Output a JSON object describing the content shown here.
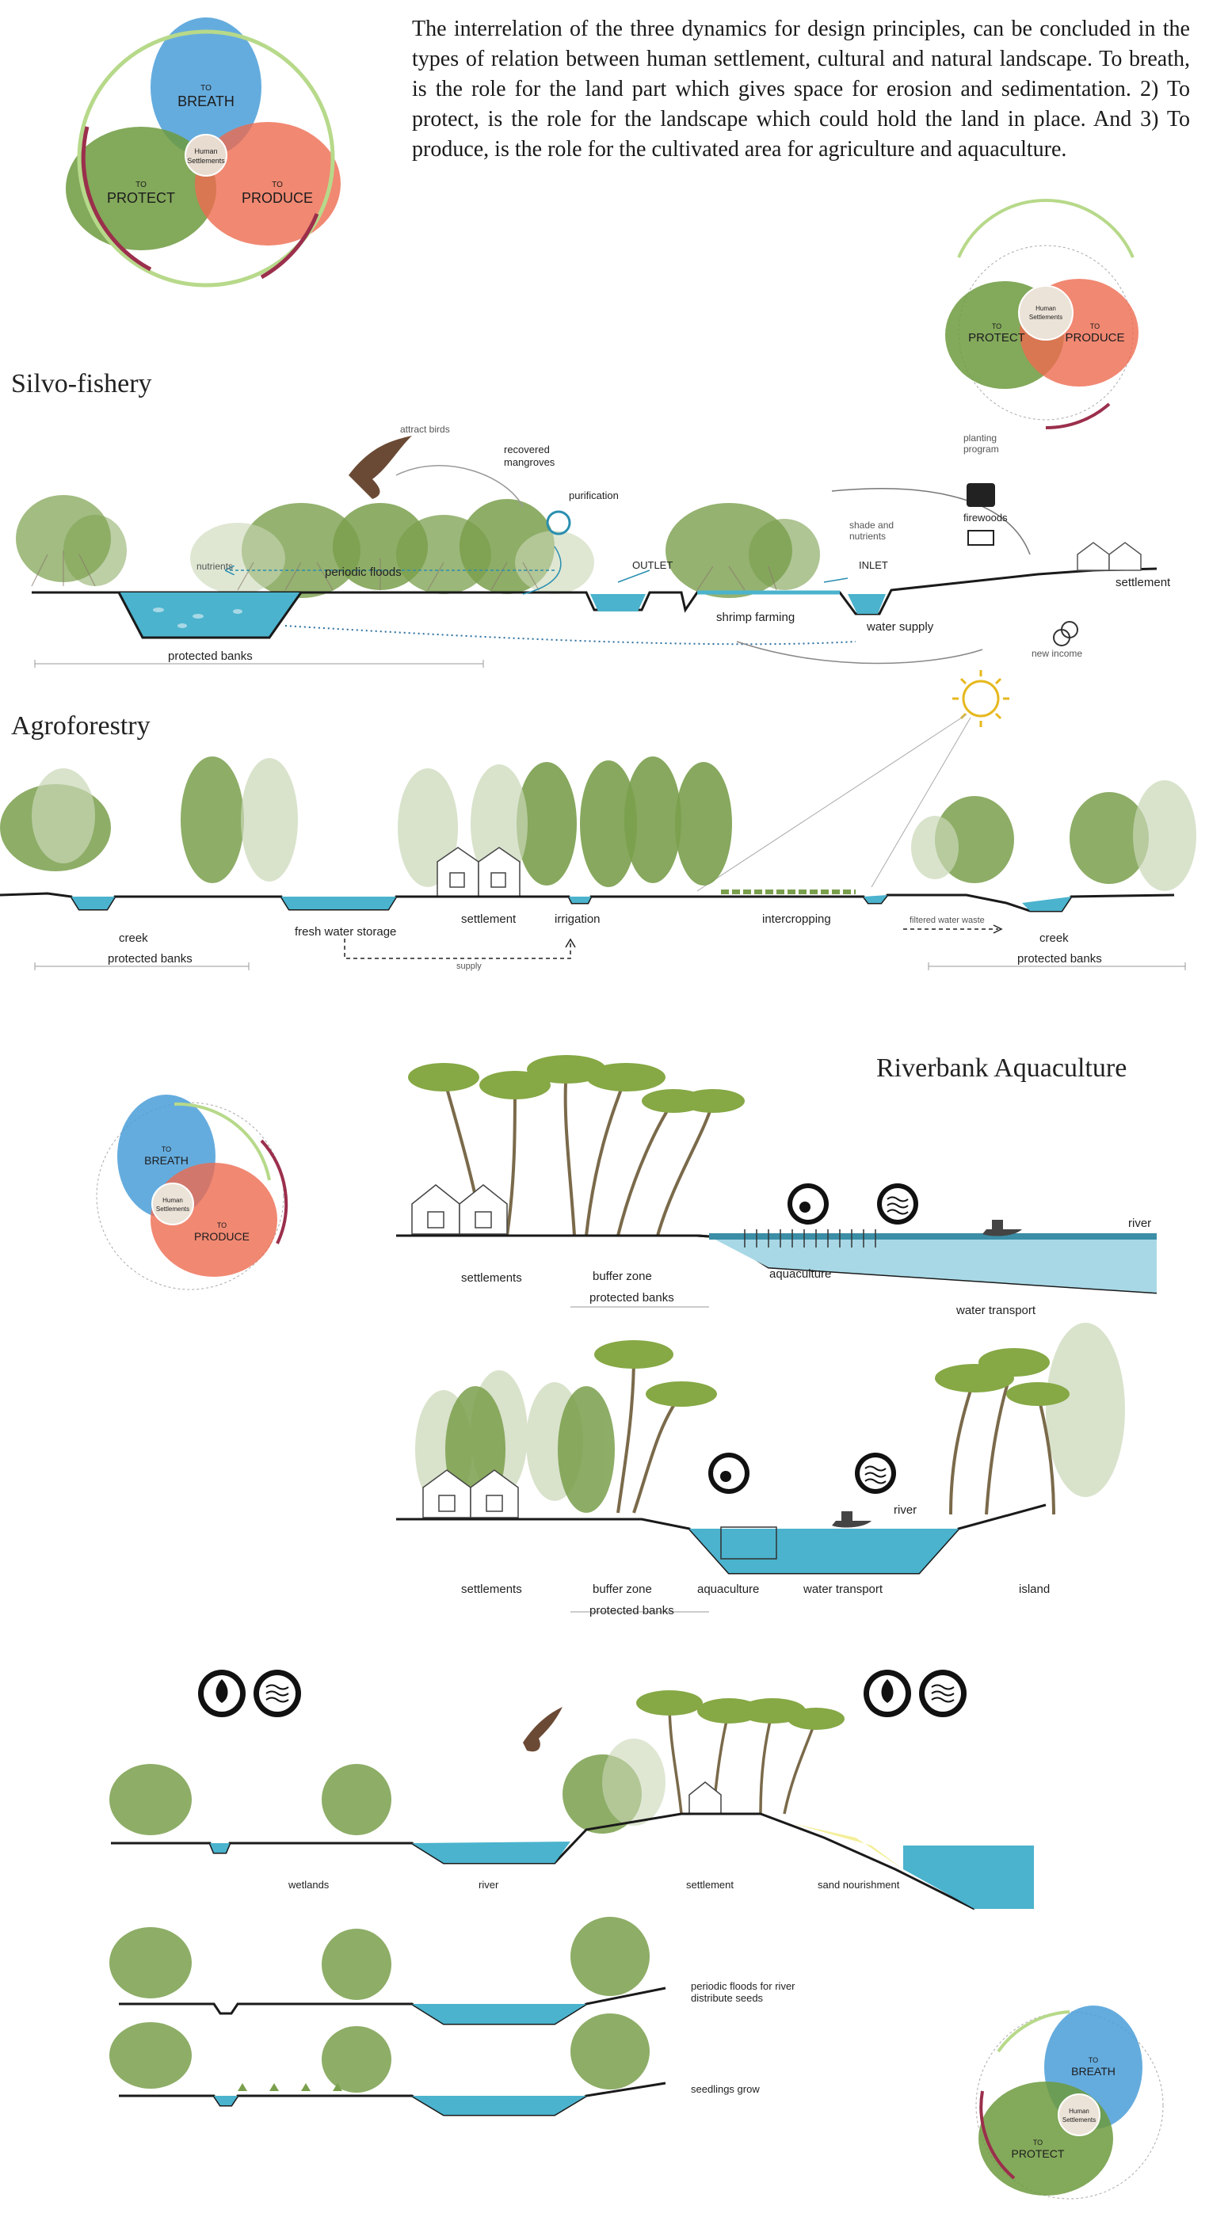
{
  "intro": {
    "text": "The interrelation of the three dynamics for design principles, can be concluded in the types of relation between human settlement, cultural and natural landscape. To breath, is the role for the land part which gives space for erosion and sedimentation. 2) To protect, is the role for the landscape which could hold the land in place. And 3) To produce, is the role for the cultivated area for agriculture and aquaculture."
  },
  "venn": {
    "to": "TO",
    "breath": "BREATH",
    "protect": "PROTECT",
    "produce": "PRODUCE",
    "human": "Human",
    "settlements": "Settlements",
    "colors": {
      "breath": "#4a9ed8",
      "protect": "#6d9a3e",
      "produce": "#ee6a4f",
      "ring_green": "#b7d98a",
      "ring_red": "#9b2f4c"
    }
  },
  "silvo": {
    "title": "Silvo-fishery",
    "attract_birds": "attract birds",
    "recovered_mangroves_1": "recovered",
    "recovered_mangroves_2": "mangroves",
    "purification": "purification",
    "nutrients": "nutrients",
    "periodic_floods": "periodic floods",
    "outlet": "OUTLET",
    "inlet": "INLET",
    "shade_1": "shade and",
    "shade_2": "nutrients",
    "planting_1": "planting",
    "planting_2": "program",
    "firewoods": "firewoods",
    "settlement": "settlement",
    "shrimp_farming": "shrimp farming",
    "water_supply": "water supply",
    "new_income": "new income",
    "protected_banks": "protected banks"
  },
  "agro": {
    "title": "Agroforestry",
    "creek_left": "creek",
    "fresh_water_storage": "fresh water storage",
    "settlement": "settlement",
    "irrigation": "irrigation",
    "intercropping": "intercropping",
    "filtered_water_waste": "filtered water waste",
    "creek_right": "creek",
    "protected_banks_left": "protected banks",
    "protected_banks_right": "protected banks",
    "supply": "supply"
  },
  "river1": {
    "title": "Riverbank Aquaculture",
    "settlements": "settlements",
    "buffer_zone": "buffer zone",
    "protected_banks": "protected banks",
    "aquaculture": "aquaculture",
    "water_transport": "water transport",
    "river": "river"
  },
  "river2": {
    "settlements": "settlements",
    "buffer_zone": "buffer zone",
    "protected_banks": "protected banks",
    "aquaculture": "aquaculture",
    "water_transport": "water transport",
    "river": "river",
    "island": "island"
  },
  "coast": {
    "wetlands": "wetlands",
    "river": "river",
    "settlement": "settlement",
    "sand_nourishment": "sand nourishment",
    "periodic_floods_1": "periodic floods for river",
    "periodic_floods_2": "distribute seeds",
    "seedlings_grow": "seedlings grow"
  },
  "icons": [
    "income-icon",
    "water-waves-icon",
    "hands-leaf-icon",
    "planting-icon",
    "firewood-icon",
    "coins-icon",
    "sun-icon",
    "bird-icon",
    "boat-icon",
    "house-icon",
    "palm-tree-icon",
    "mangrove-tree-icon"
  ],
  "colors": {
    "water": "#4bb3cd",
    "water_light": "#a8d8e6",
    "ground": "#1a1a1a",
    "tree": "#7a9f4c",
    "tree_faded": "#c9d7b6",
    "sand": "#f4ef9a",
    "sun": "#e6b81e"
  }
}
